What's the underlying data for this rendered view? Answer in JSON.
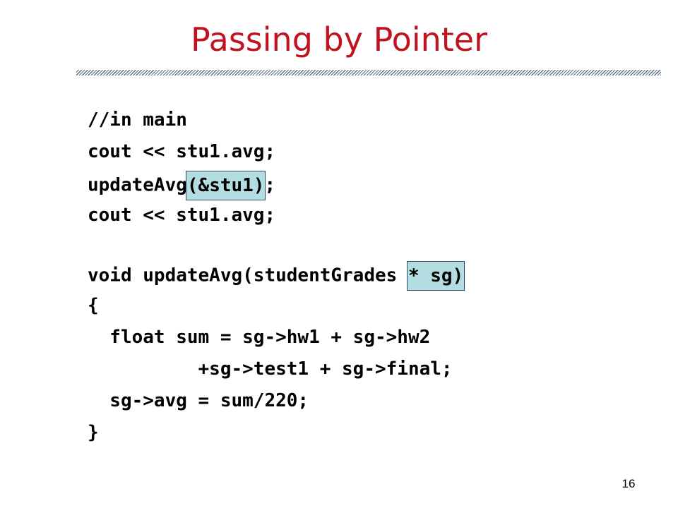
{
  "slide": {
    "title": "Passing by Pointer",
    "number": "16"
  },
  "code": {
    "main_comment": "//in main",
    "main_line1": "cout << stu1.avg;",
    "main_line2_before": "updateAvg",
    "main_line2_highlight": "(&stu1)",
    "main_line2_after": ";",
    "main_line3": "cout << stu1.avg;",
    "func_sig_before": "void updateAvg(studentGrades ",
    "func_sig_highlight": "* sg)",
    "func_open": "{",
    "func_line1": "  float sum = sg->hw1 + sg->hw2",
    "func_line2": "          +sg->test1 + sg->final;",
    "func_line3": "  sg->avg = sum/220;",
    "func_close": "}"
  },
  "colors": {
    "title": "#c0121f",
    "highlight_fill": "#b4dde2",
    "highlight_border": "#2f4b6b"
  }
}
